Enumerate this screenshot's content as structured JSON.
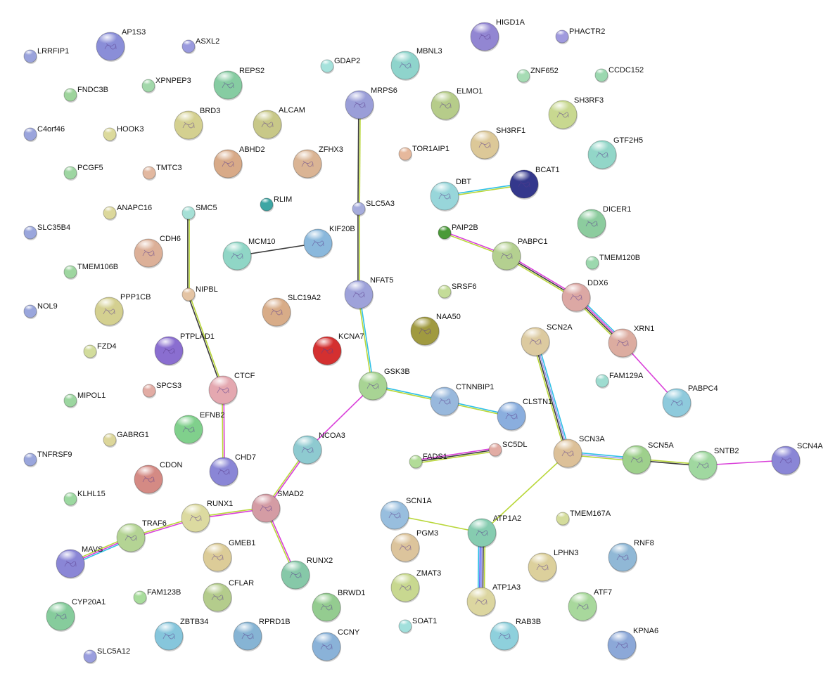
{
  "evidence_colors": {
    "textmining": "#b9d73a",
    "coexpression": "#3c3c3c",
    "experiments": "#d93fd9",
    "databases": "#2fc0e6",
    "homology": "#9c9cf2",
    "cooccurrence": "#3444f0"
  },
  "nodes": [
    {
      "label": "LRRFIP1",
      "color": "#9aa3dc",
      "structure": false
    },
    {
      "label": "AP1S3",
      "color": "#8a8ed8",
      "structure": true
    },
    {
      "label": "ASXL2",
      "color": "#9a9ade",
      "structure": false
    },
    {
      "label": "HIGD1A",
      "color": "#9286d2",
      "structure": true
    },
    {
      "label": "PHACTR2",
      "color": "#a09ade",
      "structure": false
    },
    {
      "label": "GDAP2",
      "color": "#a6e2dc",
      "structure": false
    },
    {
      "label": "MBNL3",
      "color": "#8fd4cc",
      "structure": true
    },
    {
      "label": "ZNF652",
      "color": "#a6dcb4",
      "structure": false
    },
    {
      "label": "CCDC152",
      "color": "#9cd8b0",
      "structure": false
    },
    {
      "label": "FNDC3B",
      "color": "#9ed49c",
      "structure": false
    },
    {
      "label": "XPNPEP3",
      "color": "#a2d8aa",
      "structure": false
    },
    {
      "label": "REPS2",
      "color": "#86cca2",
      "structure": true
    },
    {
      "label": "MRPS6",
      "color": "#9a9ed8",
      "structure": true
    },
    {
      "label": "ELMO1",
      "color": "#b6cc8a",
      "structure": true
    },
    {
      "label": "SH3RF3",
      "color": "#c8d890",
      "structure": true
    },
    {
      "label": "C4orf46",
      "color": "#9aa4dc",
      "structure": false
    },
    {
      "label": "HOOK3",
      "color": "#dcda9c",
      "structure": false
    },
    {
      "label": "BRD3",
      "color": "#d4d090",
      "structure": true
    },
    {
      "label": "ALCAM",
      "color": "#c8c888",
      "structure": true
    },
    {
      "label": "SH3RF1",
      "color": "#dcc898",
      "structure": true
    },
    {
      "label": "GTF2H5",
      "color": "#92d6c8",
      "structure": true
    },
    {
      "label": "PCGF5",
      "color": "#9ed6a2",
      "structure": false
    },
    {
      "label": "TMTC3",
      "color": "#e2b8a0",
      "structure": false
    },
    {
      "label": "ABHD2",
      "color": "#d8aa88",
      "structure": true
    },
    {
      "label": "ZFHX3",
      "color": "#dab494",
      "structure": true
    },
    {
      "label": "TOR1AIP1",
      "color": "#e6b89c",
      "structure": false
    },
    {
      "label": "DBT",
      "color": "#98d6da",
      "structure": true
    },
    {
      "label": "BCAT1",
      "color": "#34388c",
      "structure": true
    },
    {
      "label": "ANAPC16",
      "color": "#dcd89c",
      "structure": false
    },
    {
      "label": "SMC5",
      "color": "#a6e0d6",
      "structure": false
    },
    {
      "label": "RLIM",
      "color": "#3ea6a4",
      "structure": false
    },
    {
      "label": "SLC5A3",
      "color": "#a6acdc",
      "structure": false
    },
    {
      "label": "DICER1",
      "color": "#8ccc9e",
      "structure": true
    },
    {
      "label": "SLC35B4",
      "color": "#9aa6dc",
      "structure": false
    },
    {
      "label": "CDH6",
      "color": "#dcb098",
      "structure": true
    },
    {
      "label": "MCM10",
      "color": "#90d6c6",
      "structure": true
    },
    {
      "label": "KIF20B",
      "color": "#8ab8dc",
      "structure": true
    },
    {
      "label": "PAIP2B",
      "color": "#4a9a38",
      "structure": false
    },
    {
      "label": "PABPC1",
      "color": "#b4d090",
      "structure": true
    },
    {
      "label": "TMEM120B",
      "color": "#9cd8ae",
      "structure": false
    },
    {
      "label": "TMEM106B",
      "color": "#9ed6a0",
      "structure": false
    },
    {
      "label": "NIPBL",
      "color": "#e4c4a4",
      "structure": false
    },
    {
      "label": "NFAT5",
      "color": "#9ea2da",
      "structure": true
    },
    {
      "label": "SRSF6",
      "color": "#c4dc98",
      "structure": false
    },
    {
      "label": "DDX6",
      "color": "#dca8a4",
      "structure": true
    },
    {
      "label": "NOL9",
      "color": "#9aa6dc",
      "structure": false
    },
    {
      "label": "PPP1CB",
      "color": "#d4d090",
      "structure": true
    },
    {
      "label": "SLC19A2",
      "color": "#d8ac88",
      "structure": true
    },
    {
      "label": "NAA50",
      "color": "#a09a40",
      "structure": true
    },
    {
      "label": "SCN2A",
      "color": "#dccaa0",
      "structure": true
    },
    {
      "label": "XRN1",
      "color": "#dcaca0",
      "structure": true
    },
    {
      "label": "FZD4",
      "color": "#d2dc9c",
      "structure": false
    },
    {
      "label": "PTPLAD1",
      "color": "#8a6ed0",
      "structure": true
    },
    {
      "label": "KCNA7",
      "color": "#d43030",
      "structure": true
    },
    {
      "label": "GSK3B",
      "color": "#a8d494",
      "structure": true
    },
    {
      "label": "CTCF",
      "color": "#e4a8b0",
      "structure": true
    },
    {
      "label": "SPCS3",
      "color": "#e2aca4",
      "structure": false
    },
    {
      "label": "FAM129A",
      "color": "#9edcd0",
      "structure": false
    },
    {
      "label": "PABPC4",
      "color": "#8ecadc",
      "structure": true
    },
    {
      "label": "MIPOL1",
      "color": "#9cd6a0",
      "structure": false
    },
    {
      "label": "CTNNBIP1",
      "color": "#98b8dc",
      "structure": true
    },
    {
      "label": "CLSTN1",
      "color": "#8aaede",
      "structure": true
    },
    {
      "label": "EFNB2",
      "color": "#80d08c",
      "structure": true
    },
    {
      "label": "GABRG1",
      "color": "#dcd69a",
      "structure": false
    },
    {
      "label": "NCOA3",
      "color": "#8ecad0",
      "structure": true
    },
    {
      "label": "FADS1",
      "color": "#b2dc98",
      "structure": false
    },
    {
      "label": "SC5DL",
      "color": "#e2aca4",
      "structure": false
    },
    {
      "label": "SCN3A",
      "color": "#dcc098",
      "structure": true
    },
    {
      "label": "SCN5A",
      "color": "#9ed08c",
      "structure": true
    },
    {
      "label": "SNTB2",
      "color": "#a0d8a0",
      "structure": true
    },
    {
      "label": "SCN4A",
      "color": "#8a86d6",
      "structure": true
    },
    {
      "label": "TNFRSF9",
      "color": "#9aa6dc",
      "structure": false
    },
    {
      "label": "CHD7",
      "color": "#8a86d6",
      "structure": true
    },
    {
      "label": "CDON",
      "color": "#d48a84",
      "structure": true
    },
    {
      "label": "KLHL15",
      "color": "#9cd8a0",
      "structure": false
    },
    {
      "label": "RUNX1",
      "color": "#dcdaa0",
      "structure": true
    },
    {
      "label": "SMAD2",
      "color": "#d49ca4",
      "structure": true
    },
    {
      "label": "SCN1A",
      "color": "#98bede",
      "structure": true
    },
    {
      "label": "TMEM167A",
      "color": "#d4dc9c",
      "structure": false
    },
    {
      "label": "ATP1A2",
      "color": "#86ccb0",
      "structure": true
    },
    {
      "label": "TRAF6",
      "color": "#b4d494",
      "structure": true
    },
    {
      "label": "MAVS",
      "color": "#8a86d6",
      "structure": true
    },
    {
      "label": "GMEB1",
      "color": "#dccc98",
      "structure": true
    },
    {
      "label": "PGM3",
      "color": "#dcc49c",
      "structure": true
    },
    {
      "label": "LPHN3",
      "color": "#dcd09c",
      "structure": true
    },
    {
      "label": "RNF8",
      "color": "#90b8d6",
      "structure": true
    },
    {
      "label": "RUNX2",
      "color": "#86c8a8",
      "structure": true
    },
    {
      "label": "FAM123B",
      "color": "#a8dc9c",
      "structure": false
    },
    {
      "label": "CFLAR",
      "color": "#b4cc8c",
      "structure": true
    },
    {
      "label": "ZMAT3",
      "color": "#c8d890",
      "structure": true
    },
    {
      "label": "BRWD1",
      "color": "#94cc90",
      "structure": true
    },
    {
      "label": "ATP1A3",
      "color": "#dcd6a0",
      "structure": true
    },
    {
      "label": "ATF7",
      "color": "#a8d89c",
      "structure": true
    },
    {
      "label": "CYP20A1",
      "color": "#86cc9c",
      "structure": true
    },
    {
      "label": "ZBTB34",
      "color": "#86c6dc",
      "structure": true
    },
    {
      "label": "RPRD1B",
      "color": "#86b4d4",
      "structure": true
    },
    {
      "label": "SOAT1",
      "color": "#a2e0dc",
      "structure": false
    },
    {
      "label": "CCNY",
      "color": "#8ab2d8",
      "structure": true
    },
    {
      "label": "RAB3B",
      "color": "#8ed0dc",
      "structure": true
    },
    {
      "label": "KPNA6",
      "color": "#8ca8d8",
      "structure": true
    },
    {
      "label": "SLC5A12",
      "color": "#9a9ede",
      "structure": false
    }
  ],
  "edges": [
    {
      "source": "MRPS6",
      "target": "SLC5A3",
      "evidence": [
        "textmining",
        "coexpression"
      ]
    },
    {
      "source": "SLC5A3",
      "target": "NFAT5",
      "evidence": [
        "textmining",
        "coexpression"
      ]
    },
    {
      "source": "SMC5",
      "target": "NIPBL",
      "evidence": [
        "textmining",
        "coexpression"
      ]
    },
    {
      "source": "NIPBL",
      "target": "CTCF",
      "evidence": [
        "textmining",
        "coexpression"
      ]
    },
    {
      "source": "CTCF",
      "target": "CHD7",
      "evidence": [
        "experiments",
        "textmining"
      ]
    },
    {
      "source": "MCM10",
      "target": "KIF20B",
      "evidence": [
        "coexpression"
      ]
    },
    {
      "source": "DBT",
      "target": "BCAT1",
      "evidence": [
        "databases",
        "textmining"
      ]
    },
    {
      "source": "PAIP2B",
      "target": "PABPC1",
      "evidence": [
        "experiments",
        "textmining"
      ]
    },
    {
      "source": "PABPC1",
      "target": "DDX6",
      "evidence": [
        "experiments",
        "coexpression",
        "textmining"
      ]
    },
    {
      "source": "DDX6",
      "target": "XRN1",
      "evidence": [
        "databases",
        "experiments",
        "coexpression",
        "textmining"
      ]
    },
    {
      "source": "XRN1",
      "target": "PABPC4",
      "evidence": [
        "experiments"
      ]
    },
    {
      "source": "NFAT5",
      "target": "GSK3B",
      "evidence": [
        "databases",
        "textmining"
      ]
    },
    {
      "source": "GSK3B",
      "target": "CTNNBIP1",
      "evidence": [
        "databases",
        "textmining"
      ]
    },
    {
      "source": "CTNNBIP1",
      "target": "CLSTN1",
      "evidence": [
        "databases",
        "textmining"
      ]
    },
    {
      "source": "GSK3B",
      "target": "NCOA3",
      "evidence": [
        "experiments"
      ]
    },
    {
      "source": "NCOA3",
      "target": "SMAD2",
      "evidence": [
        "experiments",
        "textmining"
      ]
    },
    {
      "source": "SMAD2",
      "target": "RUNX1",
      "evidence": [
        "experiments",
        "textmining"
      ]
    },
    {
      "source": "SMAD2",
      "target": "RUNX2",
      "evidence": [
        "experiments",
        "textmining"
      ]
    },
    {
      "source": "RUNX1",
      "target": "TRAF6",
      "evidence": [
        "experiments",
        "textmining"
      ]
    },
    {
      "source": "TRAF6",
      "target": "MAVS",
      "evidence": [
        "databases",
        "experiments",
        "textmining"
      ]
    },
    {
      "source": "FADS1",
      "target": "SC5DL",
      "evidence": [
        "experiments",
        "coexpression",
        "textmining"
      ]
    },
    {
      "source": "SCN2A",
      "target": "SCN3A",
      "evidence": [
        "databases",
        "homology",
        "coexpression",
        "textmining"
      ]
    },
    {
      "source": "SCN3A",
      "target": "SCN5A",
      "evidence": [
        "databases",
        "homology",
        "textmining"
      ]
    },
    {
      "source": "SCN5A",
      "target": "SNTB2",
      "evidence": [
        "textmining",
        "coexpression"
      ]
    },
    {
      "source": "SNTB2",
      "target": "SCN4A",
      "evidence": [
        "experiments"
      ]
    },
    {
      "source": "SCN3A",
      "target": "ATP1A2",
      "evidence": [
        "textmining"
      ]
    },
    {
      "source": "SCN1A",
      "target": "ATP1A2",
      "evidence": [
        "textmining"
      ]
    },
    {
      "source": "ATP1A2",
      "target": "ATP1A3",
      "evidence": [
        "textmining",
        "coexpression",
        "homology",
        "cooccurrence",
        "databases"
      ]
    }
  ]
}
